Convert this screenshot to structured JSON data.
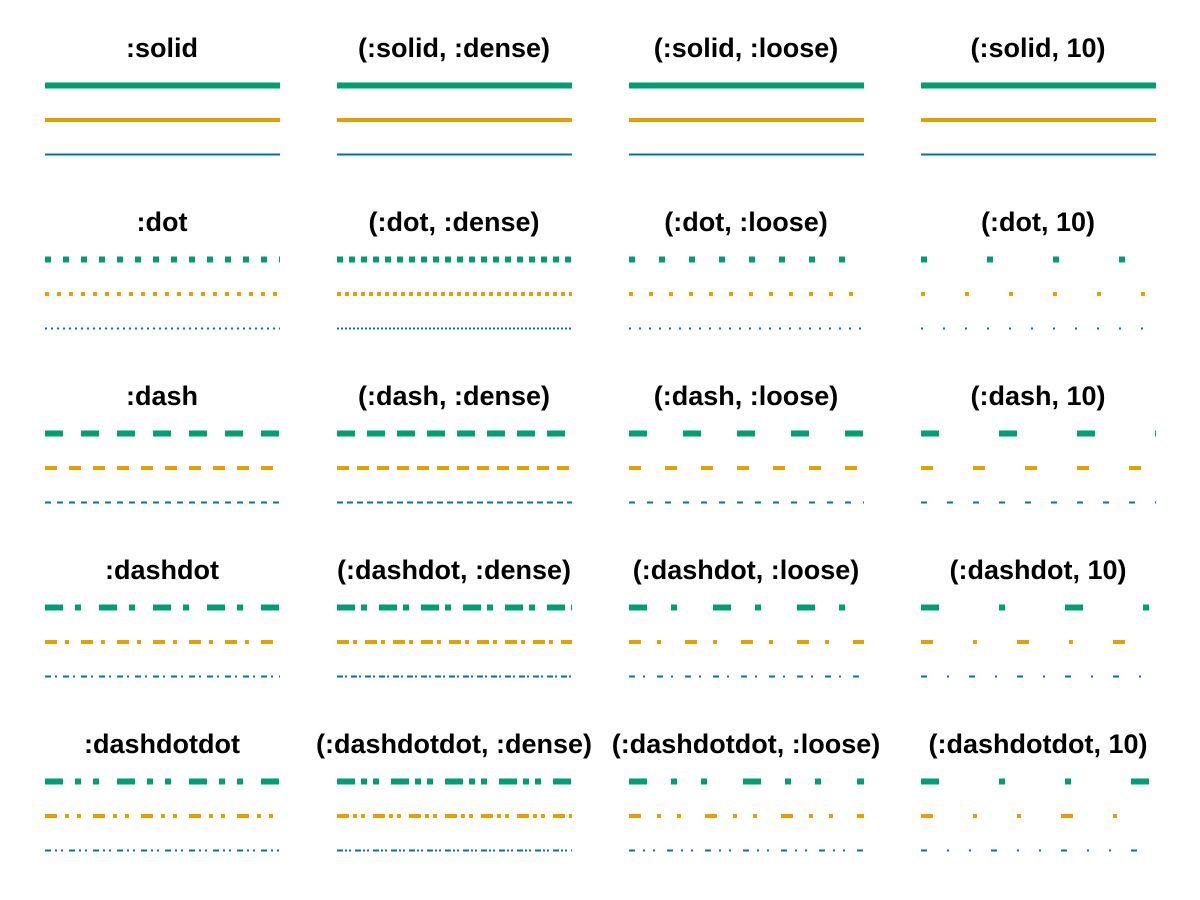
{
  "figure": {
    "background_color": "#FFFFFF",
    "label_color": "#000000"
  },
  "chart_data": {
    "type": "line",
    "subtype": "linestyle-gallery-grid",
    "grid": {
      "rows": 5,
      "columns": 4
    },
    "row_styles": [
      "solid",
      "dot",
      "dash",
      "dashdot",
      "dashdotdot"
    ],
    "column_gap_variants": [
      "normal",
      "dense",
      "loose",
      "10"
    ],
    "lines_per_cell": [
      {
        "name": "green",
        "color": "#009E73",
        "linewidth": 6
      },
      {
        "name": "orange",
        "color": "#E69F00",
        "linewidth": 4
      },
      {
        "name": "blue",
        "color": "#0072B2",
        "linewidth": 2
      }
    ],
    "patterns_lw_units": {
      "solid": {
        "normal": null,
        "dense": null,
        "loose": null,
        "10": null
      },
      "dot": {
        "normal": [
          1,
          2
        ],
        "dense": [
          1,
          1
        ],
        "loose": [
          1,
          4
        ],
        "10": [
          1,
          10
        ]
      },
      "dash": {
        "normal": [
          3,
          3
        ],
        "dense": [
          3,
          2
        ],
        "loose": [
          3,
          6
        ],
        "10": [
          3,
          10
        ]
      },
      "dashdot": {
        "normal": [
          3,
          2,
          1,
          3
        ],
        "dense": [
          3,
          1,
          1,
          2
        ],
        "loose": [
          3,
          4,
          1,
          6
        ],
        "10": [
          3,
          10,
          1,
          10
        ]
      },
      "dashdotdot": {
        "normal": [
          3,
          2,
          1,
          2,
          1,
          3
        ],
        "dense": [
          3,
          1,
          1,
          1,
          1,
          2
        ],
        "loose": [
          3,
          4,
          1,
          4,
          1,
          6
        ],
        "10": [
          3,
          10,
          1,
          10,
          1,
          10
        ]
      }
    },
    "cells": [
      {
        "label": ":solid",
        "style": "solid",
        "gaps": "normal"
      },
      {
        "label": "(:solid, :dense)",
        "style": "solid",
        "gaps": "dense"
      },
      {
        "label": "(:solid, :loose)",
        "style": "solid",
        "gaps": "loose"
      },
      {
        "label": "(:solid, 10)",
        "style": "solid",
        "gaps": "10"
      },
      {
        "label": ":dot",
        "style": "dot",
        "gaps": "normal"
      },
      {
        "label": "(:dot, :dense)",
        "style": "dot",
        "gaps": "dense"
      },
      {
        "label": "(:dot, :loose)",
        "style": "dot",
        "gaps": "loose"
      },
      {
        "label": "(:dot, 10)",
        "style": "dot",
        "gaps": "10"
      },
      {
        "label": ":dash",
        "style": "dash",
        "gaps": "normal"
      },
      {
        "label": "(:dash, :dense)",
        "style": "dash",
        "gaps": "dense"
      },
      {
        "label": "(:dash, :loose)",
        "style": "dash",
        "gaps": "loose"
      },
      {
        "label": "(:dash, 10)",
        "style": "dash",
        "gaps": "10"
      },
      {
        "label": ":dashdot",
        "style": "dashdot",
        "gaps": "normal"
      },
      {
        "label": "(:dashdot, :dense)",
        "style": "dashdot",
        "gaps": "dense"
      },
      {
        "label": "(:dashdot, :loose)",
        "style": "dashdot",
        "gaps": "loose"
      },
      {
        "label": "(:dashdot, 10)",
        "style": "dashdot",
        "gaps": "10"
      },
      {
        "label": ":dashdotdot",
        "style": "dashdotdot",
        "gaps": "normal"
      },
      {
        "label": "(:dashdotdot, :dense)",
        "style": "dashdotdot",
        "gaps": "dense"
      },
      {
        "label": "(:dashdotdot, :loose)",
        "style": "dashdotdot",
        "gaps": "loose"
      },
      {
        "label": "(:dashdotdot, 10)",
        "style": "dashdotdot",
        "gaps": "10"
      }
    ]
  }
}
